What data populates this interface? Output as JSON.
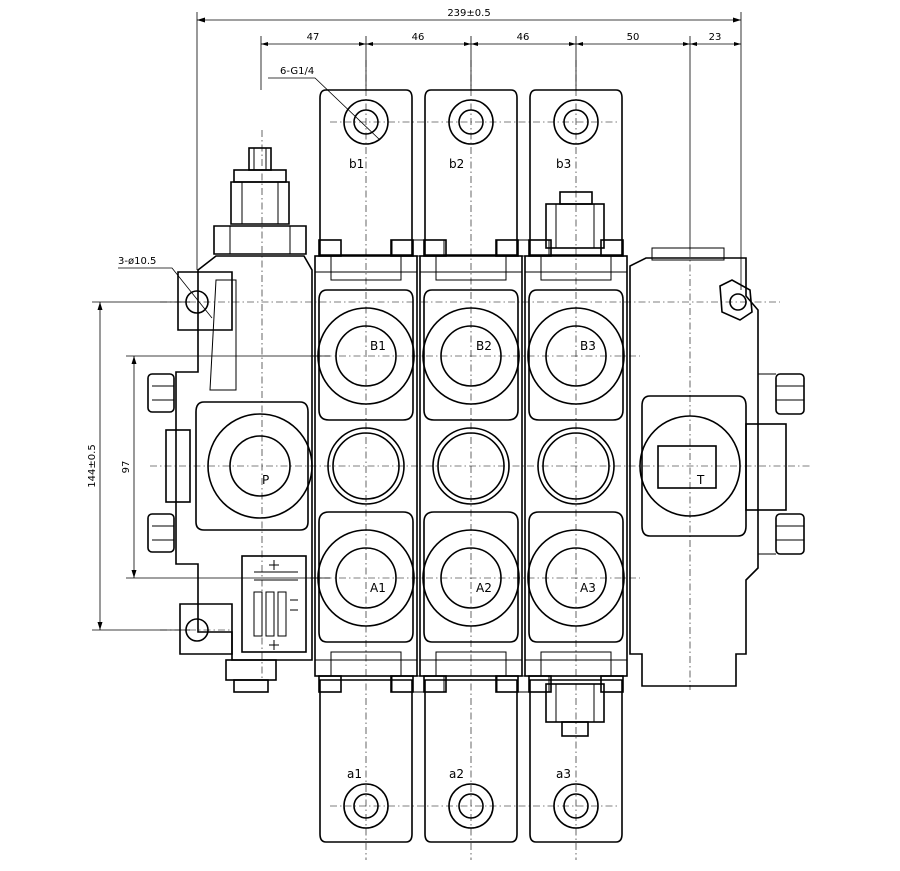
{
  "dimensions": {
    "overall_width": "239±0.5",
    "spacing": [
      "47",
      "46",
      "46",
      "50",
      "23"
    ],
    "mount_height": "144±0.5",
    "port_spacing": "97",
    "port_callout": "6-G1/4",
    "hole_callout": "3-ø10.5"
  },
  "ports": {
    "pilot_b": [
      "b1",
      "b2",
      "b3"
    ],
    "pilot_a": [
      "a1",
      "a2",
      "a3"
    ],
    "work_b": [
      "B1",
      "B2",
      "B3"
    ],
    "work_a": [
      "A1",
      "A2",
      "A3"
    ],
    "pressure": "P",
    "tank": "T"
  },
  "colors": {
    "line": "#000000",
    "background": "#ffffff"
  }
}
